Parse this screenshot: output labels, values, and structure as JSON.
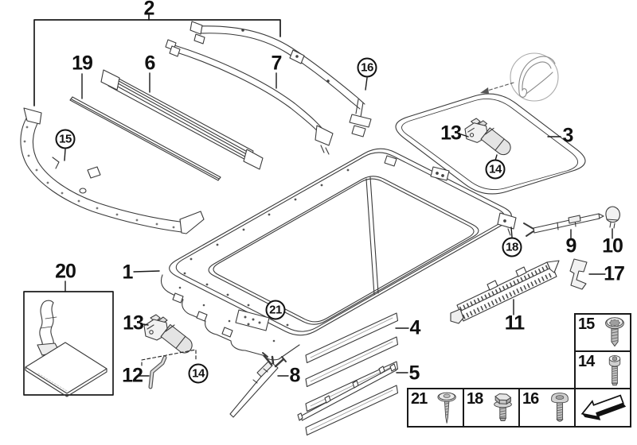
{
  "diagram": {
    "background_color": "#ffffff",
    "line_color": "#3a3a3a",
    "label_color": "#111111",
    "callouts_plain": [
      {
        "part": "2",
        "label": "2"
      },
      {
        "part": "19",
        "label": "19"
      },
      {
        "part": "6",
        "label": "6"
      },
      {
        "part": "7",
        "label": "7"
      },
      {
        "part": "13-upper",
        "label": "13"
      },
      {
        "part": "3",
        "label": "3"
      },
      {
        "part": "1",
        "label": "1"
      },
      {
        "part": "20",
        "label": "20"
      },
      {
        "part": "13-lower",
        "label": "13"
      },
      {
        "part": "12",
        "label": "12"
      },
      {
        "part": "8",
        "label": "8"
      },
      {
        "part": "4",
        "label": "4"
      },
      {
        "part": "5",
        "label": "5"
      },
      {
        "part": "11",
        "label": "11"
      },
      {
        "part": "9",
        "label": "9"
      },
      {
        "part": "10",
        "label": "10"
      },
      {
        "part": "17",
        "label": "17"
      }
    ],
    "callouts_circled": [
      {
        "part": "15",
        "label": "15"
      },
      {
        "part": "16",
        "label": "16"
      },
      {
        "part": "14-upper",
        "label": "14"
      },
      {
        "part": "18",
        "label": "18"
      },
      {
        "part": "21",
        "label": "21"
      },
      {
        "part": "14-lower",
        "label": "14"
      }
    ],
    "legend": {
      "side_cells": [
        {
          "label": "15",
          "icon": "torx-pan-head-screw-icon"
        },
        {
          "label": "14",
          "icon": "socket-cap-screw-icon"
        }
      ],
      "bottom_cells": [
        {
          "label": "21",
          "icon": "self-tapping-screw-icon"
        },
        {
          "label": "18",
          "icon": "hex-flange-bolt-icon"
        },
        {
          "label": "16",
          "icon": "pan-head-screw-icon"
        }
      ],
      "direction_arrow_icon": "direction-of-travel-arrow-icon"
    }
  }
}
